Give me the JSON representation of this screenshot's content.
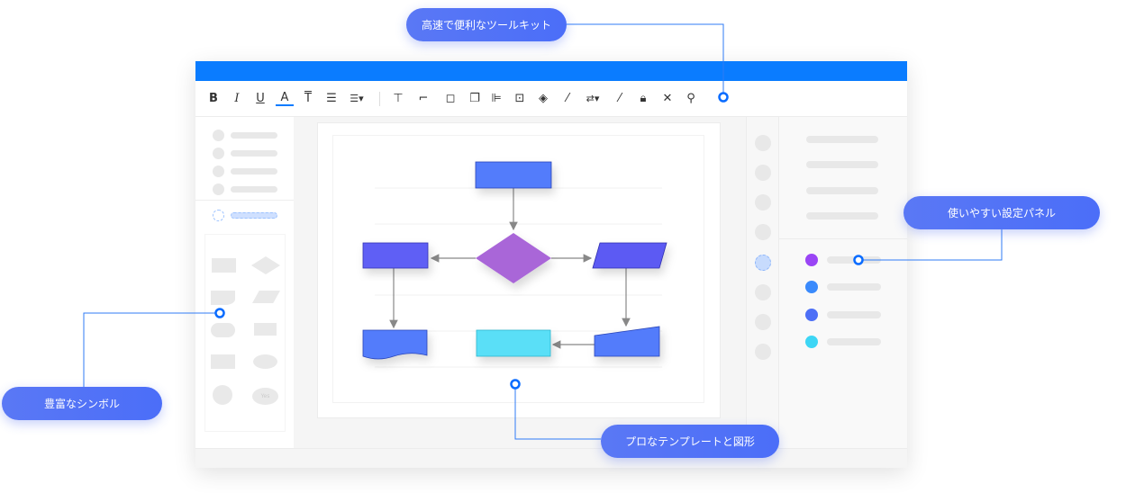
{
  "callouts": {
    "toolkit": "高速で便利なツールキット",
    "settings_panel": "使いやすい設定パネル",
    "templates": "プロなテンプレートと図形",
    "symbols": "豊富なシンボル"
  },
  "toolbar": {
    "items": [
      "bold-icon",
      "italic-icon",
      "underline-icon",
      "font-color-icon",
      "text-style-icon",
      "align-icon",
      "line-spacing-icon",
      "text-box-icon",
      "connector-icon",
      "bring-front-icon",
      "send-back-icon",
      "align-left-icon",
      "group-icon",
      "fill-icon",
      "line-color-icon",
      "line-style-icon",
      "brush-icon",
      "lock-icon",
      "tools-icon",
      "search-icon"
    ],
    "bold": "B",
    "italic": "I",
    "underline": "U",
    "font_color": "A",
    "text_style": "T"
  },
  "symbols": {
    "yes_label": "Yes"
  },
  "colors": {
    "header": "#0a7cff",
    "swatches": [
      "#9a45f5",
      "#3a8afc",
      "#4d6ff6",
      "#3dd6f5"
    ]
  }
}
